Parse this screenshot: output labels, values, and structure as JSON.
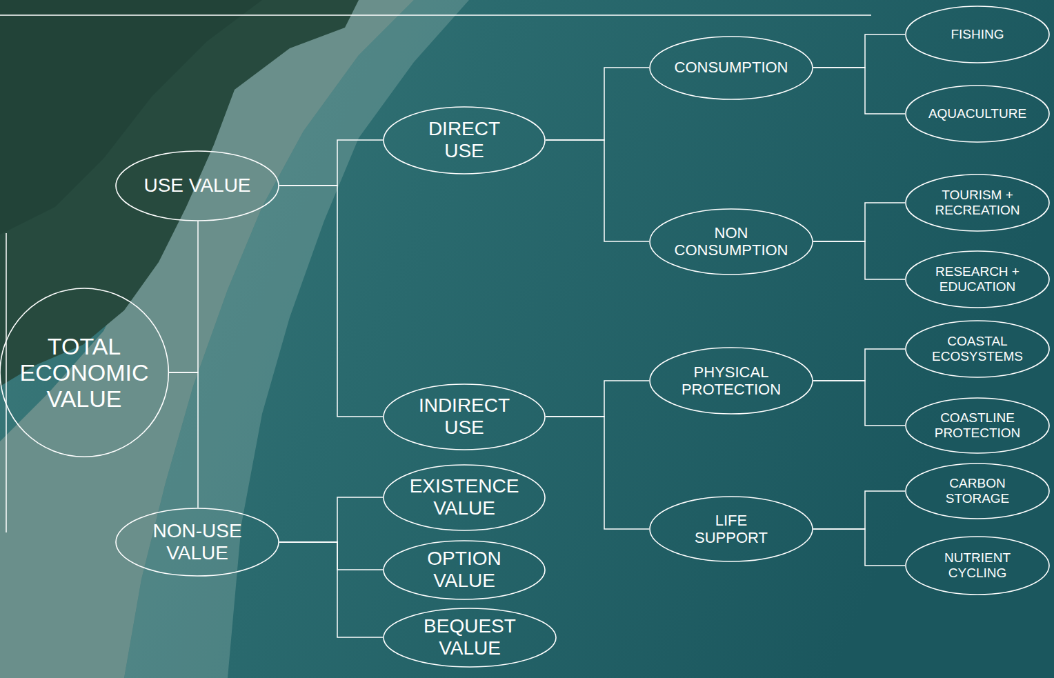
{
  "diagram": {
    "nodes": [
      {
        "text": [
          "TOTAL ECONOMIC VALUE"
        ]
      },
      {
        "text": [
          "USE VALUE"
        ]
      },
      {
        "text": [
          "NON-USE VALUE"
        ]
      },
      {
        "text": [
          "DIRECT USE"
        ]
      },
      {
        "text": [
          "INDIRECT USE"
        ]
      },
      {
        "text": [
          "EXISTENCE VALUE"
        ]
      },
      {
        "text": [
          "OPTION VALUE"
        ]
      },
      {
        "text": [
          "BEQUEST VALUE"
        ]
      },
      {
        "text": [
          "CONSUMPTION"
        ]
      },
      {
        "text": [
          "NON CONSUMPTION"
        ]
      },
      {
        "text": [
          "PHYSICAL PROTECTION"
        ]
      },
      {
        "text": [
          "LIFE SUPPORT"
        ]
      },
      {
        "text": [
          "FISHING"
        ]
      },
      {
        "text": [
          "AQUACULTURE"
        ]
      },
      {
        "text": [
          "TOURISM + RECREATION"
        ]
      },
      {
        "text": [
          "RESEARCH + EDUCATION"
        ]
      },
      {
        "text": [
          "COASTAL ECOSYSTEMS"
        ]
      },
      {
        "text": [
          "COASTLINE PROTECTION"
        ]
      },
      {
        "text": [
          "CARBON STORAGE"
        ]
      },
      {
        "text": [
          "NUTRIENT CYCLING"
        ]
      }
    ],
    "edges": [
      {
        "from": 0,
        "to": 1,
        "arrow": "none"
      },
      {
        "from": 0,
        "to": 2,
        "arrow": "none"
      },
      {
        "from": 1,
        "to": 3,
        "arrow": "none"
      },
      {
        "from": 1,
        "to": 4,
        "arrow": "none"
      },
      {
        "from": 2,
        "to": 5,
        "arrow": "none"
      },
      {
        "from": 2,
        "to": 6,
        "arrow": "none"
      },
      {
        "from": 2,
        "to": 7,
        "arrow": "none"
      },
      {
        "from": 3,
        "to": 8,
        "arrow": "none"
      },
      {
        "from": 3,
        "to": 9,
        "arrow": "none"
      },
      {
        "from": 4,
        "to": 10,
        "arrow": "none"
      },
      {
        "from": 4,
        "to": 11,
        "arrow": "none"
      },
      {
        "from": 8,
        "to": 12,
        "arrow": "none"
      },
      {
        "from": 8,
        "to": 13,
        "arrow": "none"
      },
      {
        "from": 9,
        "to": 14,
        "arrow": "none"
      },
      {
        "from": 9,
        "to": 15,
        "arrow": "none"
      },
      {
        "from": 10,
        "to": 16,
        "arrow": "none"
      },
      {
        "from": 10,
        "to": 17,
        "arrow": "none"
      },
      {
        "from": 11,
        "to": 18,
        "arrow": "none"
      },
      {
        "from": 11,
        "to": 19,
        "arrow": "none"
      }
    ]
  }
}
